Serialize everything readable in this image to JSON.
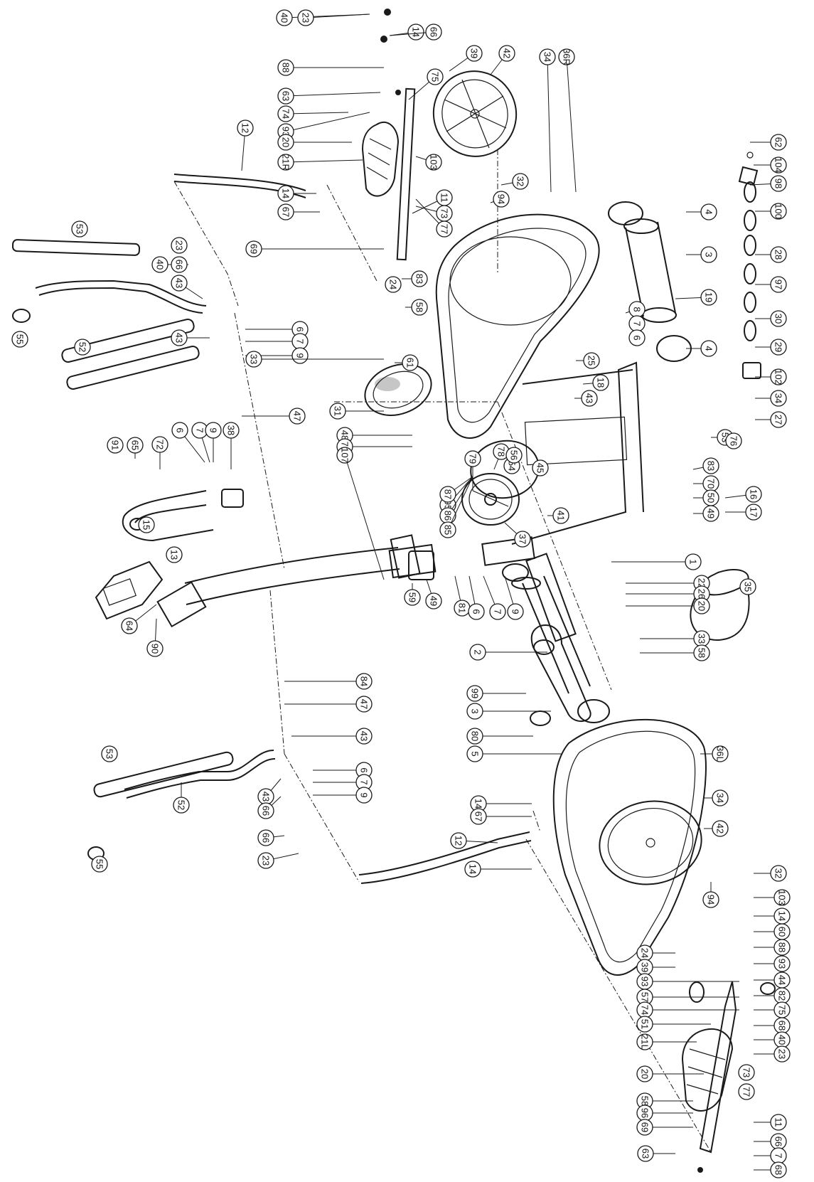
{
  "labels": [
    {
      "id": "l1",
      "text": "40"
    },
    {
      "id": "l2",
      "text": "23"
    },
    {
      "id": "l3",
      "text": "14"
    },
    {
      "id": "l4",
      "text": "66"
    },
    {
      "id": "l5",
      "text": "39"
    },
    {
      "id": "l6",
      "text": "42"
    },
    {
      "id": "l7",
      "text": "34"
    },
    {
      "id": "l8",
      "text": "36R"
    },
    {
      "id": "l9",
      "text": "88"
    },
    {
      "id": "l10",
      "text": "75"
    },
    {
      "id": "l11",
      "text": "63"
    },
    {
      "id": "l12",
      "text": "74"
    },
    {
      "id": "l13",
      "text": "93"
    },
    {
      "id": "l14",
      "text": "20"
    },
    {
      "id": "l15",
      "text": "21R"
    },
    {
      "id": "l16",
      "text": "103"
    },
    {
      "id": "l17",
      "text": "12"
    },
    {
      "id": "l18",
      "text": "14"
    },
    {
      "id": "l19",
      "text": "67"
    },
    {
      "id": "l20",
      "text": "94"
    },
    {
      "id": "l21",
      "text": "32"
    },
    {
      "id": "l22",
      "text": "11"
    },
    {
      "id": "l23",
      "text": "73"
    },
    {
      "id": "l24",
      "text": "77"
    },
    {
      "id": "l25",
      "text": "62"
    },
    {
      "id": "l26",
      "text": "104"
    },
    {
      "id": "l27",
      "text": "98"
    },
    {
      "id": "l28",
      "text": "100"
    },
    {
      "id": "l29",
      "text": "53"
    },
    {
      "id": "l30",
      "text": "4"
    },
    {
      "id": "l31",
      "text": "3"
    },
    {
      "id": "l32",
      "text": "28"
    },
    {
      "id": "l33",
      "text": "69"
    },
    {
      "id": "l34",
      "text": "97"
    },
    {
      "id": "l35",
      "text": "23"
    },
    {
      "id": "l36",
      "text": "40"
    },
    {
      "id": "l37",
      "text": "66"
    },
    {
      "id": "l38",
      "text": "24"
    },
    {
      "id": "l39",
      "text": "83"
    },
    {
      "id": "l40",
      "text": "58"
    },
    {
      "id": "l41",
      "text": "19"
    },
    {
      "id": "l42",
      "text": "30"
    },
    {
      "id": "l43",
      "text": "43"
    },
    {
      "id": "l44",
      "text": "6"
    },
    {
      "id": "l45",
      "text": "7"
    },
    {
      "id": "l46",
      "text": "9"
    },
    {
      "id": "l47",
      "text": "33"
    },
    {
      "id": "l48",
      "text": "8"
    },
    {
      "id": "l49",
      "text": "7"
    },
    {
      "id": "l50",
      "text": "6"
    },
    {
      "id": "l51",
      "text": "4"
    },
    {
      "id": "l52",
      "text": "29"
    },
    {
      "id": "l53",
      "text": "55"
    },
    {
      "id": "l54",
      "text": "52"
    },
    {
      "id": "l55",
      "text": "43"
    },
    {
      "id": "l56",
      "text": "61"
    },
    {
      "id": "l57",
      "text": "25"
    },
    {
      "id": "l58",
      "text": "102"
    },
    {
      "id": "l59",
      "text": "47"
    },
    {
      "id": "l60",
      "text": "31"
    },
    {
      "id": "l61",
      "text": "18"
    },
    {
      "id": "l62",
      "text": "43"
    },
    {
      "id": "l63",
      "text": "34"
    },
    {
      "id": "l64",
      "text": "27"
    },
    {
      "id": "l65",
      "text": "48"
    },
    {
      "id": "l66",
      "text": "71"
    },
    {
      "id": "l67",
      "text": "107"
    },
    {
      "id": "l68",
      "text": "54"
    },
    {
      "id": "l69",
      "text": "91"
    },
    {
      "id": "l70",
      "text": "65"
    },
    {
      "id": "l71",
      "text": "72"
    },
    {
      "id": "l72",
      "text": "6"
    },
    {
      "id": "l73",
      "text": "7"
    },
    {
      "id": "l74",
      "text": "9"
    },
    {
      "id": "l75",
      "text": "38"
    },
    {
      "id": "l76",
      "text": "79"
    },
    {
      "id": "l77",
      "text": "78"
    },
    {
      "id": "l78",
      "text": "56"
    },
    {
      "id": "l79",
      "text": "45"
    },
    {
      "id": "l80",
      "text": "95"
    },
    {
      "id": "l81",
      "text": "87"
    },
    {
      "id": "l82",
      "text": "86"
    },
    {
      "id": "l83",
      "text": "85"
    },
    {
      "id": "l84",
      "text": "41"
    },
    {
      "id": "l85",
      "text": "37"
    },
    {
      "id": "l86",
      "text": "53"
    },
    {
      "id": "l87",
      "text": "76"
    },
    {
      "id": "l88",
      "text": "83"
    },
    {
      "id": "l89",
      "text": "70"
    },
    {
      "id": "l90",
      "text": "50"
    },
    {
      "id": "l91",
      "text": "16"
    },
    {
      "id": "l92",
      "text": "17"
    },
    {
      "id": "l93",
      "text": "49"
    },
    {
      "id": "l94",
      "text": "15"
    },
    {
      "id": "l95",
      "text": "13"
    },
    {
      "id": "l96",
      "text": "1"
    },
    {
      "id": "l97",
      "text": "35"
    },
    {
      "id": "l98",
      "text": "59"
    },
    {
      "id": "l99",
      "text": "49"
    },
    {
      "id": "l100",
      "text": "81"
    },
    {
      "id": "l101",
      "text": "6"
    },
    {
      "id": "l102",
      "text": "7"
    },
    {
      "id": "l103",
      "text": "9"
    },
    {
      "id": "l104",
      "text": "22"
    },
    {
      "id": "l105",
      "text": "26"
    },
    {
      "id": "l106",
      "text": "20"
    },
    {
      "id": "l107",
      "text": "64"
    },
    {
      "id": "l108",
      "text": "90"
    },
    {
      "id": "l109",
      "text": "2"
    },
    {
      "id": "l110",
      "text": "33"
    },
    {
      "id": "l111",
      "text": "58"
    },
    {
      "id": "l112",
      "text": "84"
    },
    {
      "id": "l113",
      "text": "99"
    },
    {
      "id": "l114",
      "text": "47"
    },
    {
      "id": "l115",
      "text": "3"
    },
    {
      "id": "l116",
      "text": "43"
    },
    {
      "id": "l117",
      "text": "80"
    },
    {
      "id": "l118",
      "text": "5"
    },
    {
      "id": "l119",
      "text": "36L"
    },
    {
      "id": "l120",
      "text": "53"
    },
    {
      "id": "l121",
      "text": "6"
    },
    {
      "id": "l122",
      "text": "7"
    },
    {
      "id": "l123",
      "text": "9"
    },
    {
      "id": "l124",
      "text": "52"
    },
    {
      "id": "l125",
      "text": "43"
    },
    {
      "id": "l126",
      "text": "66"
    },
    {
      "id": "l127",
      "text": "14"
    },
    {
      "id": "l128",
      "text": "34"
    },
    {
      "id": "l129",
      "text": "67"
    },
    {
      "id": "l130",
      "text": "66"
    },
    {
      "id": "l131",
      "text": "23"
    },
    {
      "id": "l132",
      "text": "42"
    },
    {
      "id": "l133",
      "text": "55"
    },
    {
      "id": "l134",
      "text": "12"
    },
    {
      "id": "l135",
      "text": "14"
    },
    {
      "id": "l136",
      "text": "32"
    },
    {
      "id": "l137",
      "text": "94"
    },
    {
      "id": "l138",
      "text": "103"
    },
    {
      "id": "l139",
      "text": "14"
    },
    {
      "id": "l140",
      "text": "60"
    },
    {
      "id": "l141",
      "text": "88"
    },
    {
      "id": "l142",
      "text": "93"
    },
    {
      "id": "l143",
      "text": "44"
    },
    {
      "id": "l144",
      "text": "82"
    },
    {
      "id": "l145",
      "text": "75"
    },
    {
      "id": "l146",
      "text": "68"
    },
    {
      "id": "l147",
      "text": "40"
    },
    {
      "id": "l148",
      "text": "23"
    },
    {
      "id": "l149",
      "text": "24"
    },
    {
      "id": "l150",
      "text": "39"
    },
    {
      "id": "l151",
      "text": "93"
    },
    {
      "id": "l152",
      "text": "57"
    },
    {
      "id": "l153",
      "text": "74"
    },
    {
      "id": "l154",
      "text": "51"
    },
    {
      "id": "l155",
      "text": "21L"
    },
    {
      "id": "l156",
      "text": "20"
    },
    {
      "id": "l157",
      "text": "58"
    },
    {
      "id": "l158",
      "text": "96"
    },
    {
      "id": "l159",
      "text": "69"
    },
    {
      "id": "l160",
      "text": "73"
    },
    {
      "id": "l161",
      "text": "77"
    },
    {
      "id": "l162",
      "text": "11"
    },
    {
      "id": "l163",
      "text": "66"
    },
    {
      "id": "l164",
      "text": "7"
    },
    {
      "id": "l165",
      "text": "63"
    },
    {
      "id": "l166",
      "text": "68"
    }
  ]
}
